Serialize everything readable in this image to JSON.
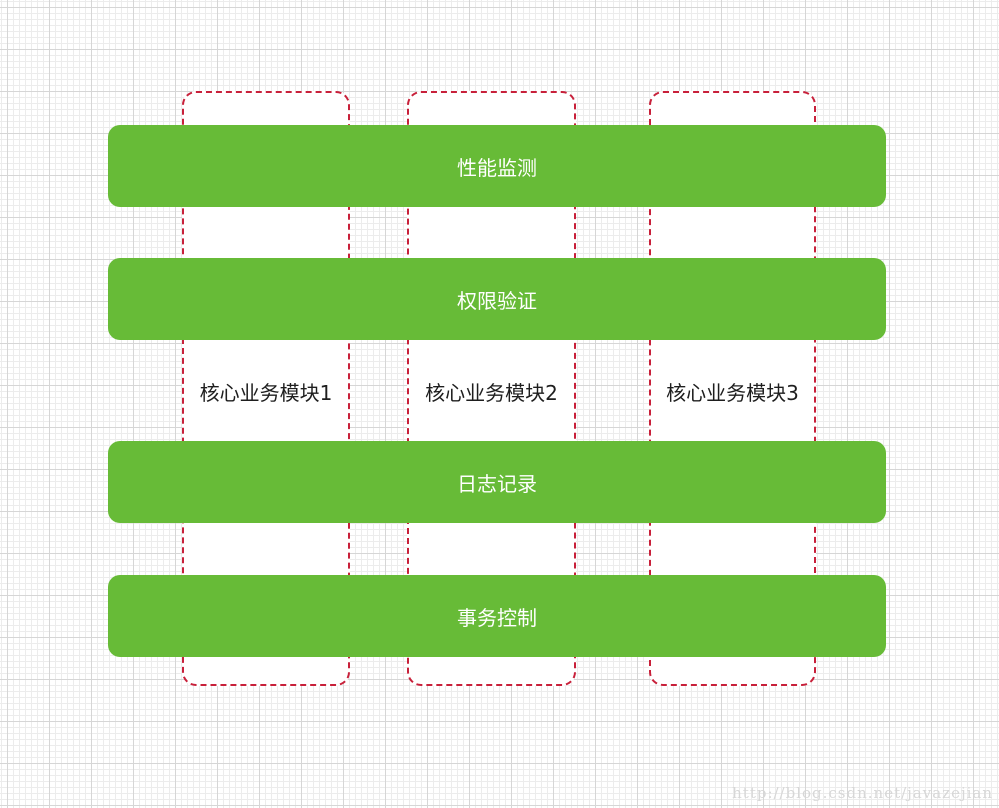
{
  "diagram": {
    "layers": [
      {
        "label": "性能监测"
      },
      {
        "label": "权限验证"
      },
      {
        "label": "日志记录"
      },
      {
        "label": "事务控制"
      }
    ],
    "modules": [
      {
        "label": "核心业务模块1"
      },
      {
        "label": "核心业务模块2"
      },
      {
        "label": "核心业务模块3"
      }
    ],
    "colors": {
      "layer_fill": "#67bb37",
      "layer_text": "#ffffff",
      "module_border": "#c8203a",
      "module_text": "#1e1e1e"
    }
  },
  "watermark": "http://blog.csdn.net/javazejian"
}
